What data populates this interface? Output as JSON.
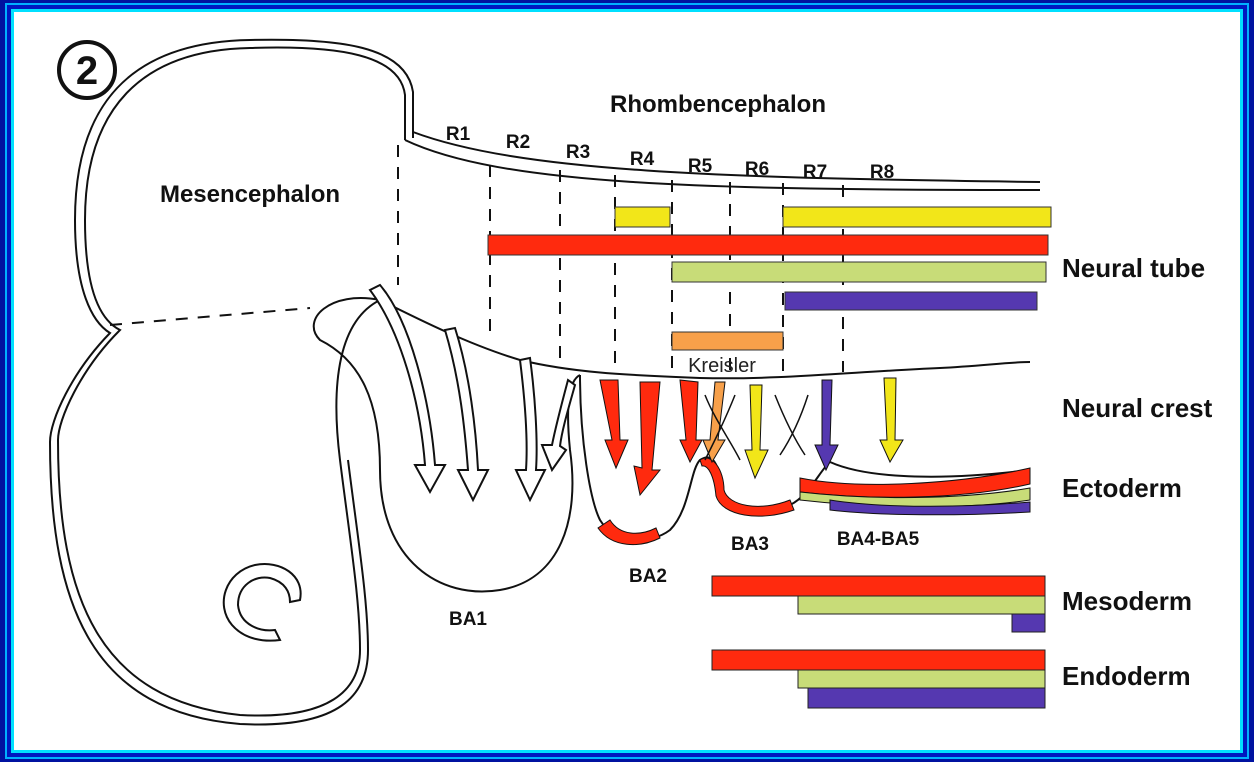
{
  "figure": {
    "panel_number": "2",
    "regions": {
      "mesencephalon": "Mesencephalon",
      "rhombencephalon": "Rhombencephalon"
    },
    "rhombomeres": [
      "R1",
      "R2",
      "R3",
      "R4",
      "R5",
      "R6",
      "R7",
      "R8"
    ],
    "kreisler": "Kreisler",
    "tissues": {
      "neural_tube": "Neural tube",
      "neural_crest": "Neural crest",
      "ectoderm": "Ectoderm",
      "mesoderm": "Mesoderm",
      "endoderm": "Endoderm"
    },
    "arches": {
      "ba1": "BA1",
      "ba2": "BA2",
      "ba3": "BA3",
      "ba45": "BA4-BA5"
    },
    "colors": {
      "yellow": "#f2e619",
      "red": "#ff2a0e",
      "green": "#c8dc78",
      "purple": "#5538b0",
      "orange": "#f7a04a",
      "frame_blue": "#0012a0",
      "frame_cyan": "#00e0ff"
    }
  }
}
